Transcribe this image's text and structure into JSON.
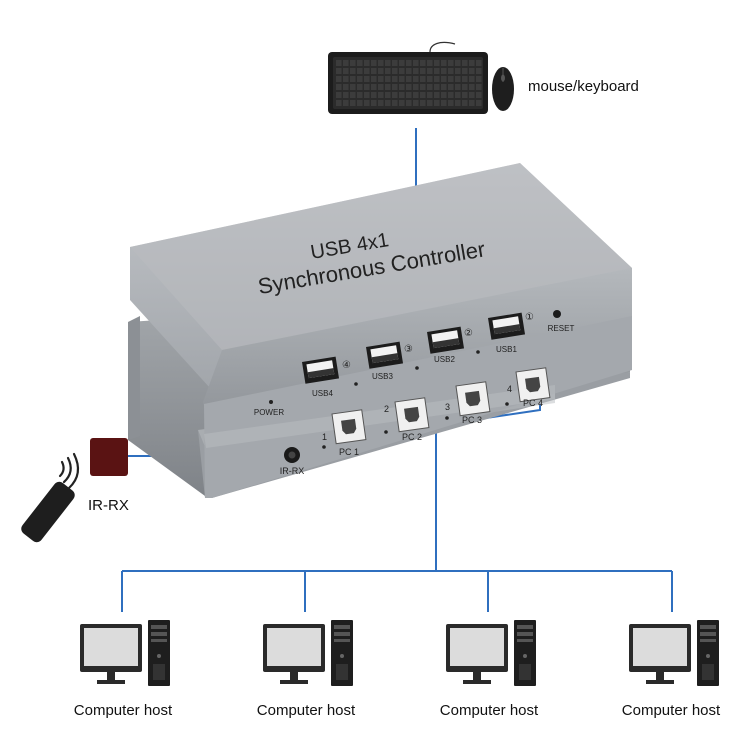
{
  "device": {
    "title_line1": "USB 4x1",
    "title_line2": "Synchronous Controller",
    "power_label": "POWER",
    "reset_label": "RESET",
    "ir_port_label": "IR-RX",
    "usb_ports": [
      {
        "label": "USB1",
        "num": "①"
      },
      {
        "label": "USB2",
        "num": "②"
      },
      {
        "label": "USB3",
        "num": "③"
      },
      {
        "label": "USB4",
        "num": "④"
      }
    ],
    "pc_ports": [
      {
        "label": "PC 1",
        "num": "1"
      },
      {
        "label": "PC 2",
        "num": "2"
      },
      {
        "label": "PC 3",
        "num": "3"
      },
      {
        "label": "PC 4",
        "num": "4"
      }
    ]
  },
  "peripherals": {
    "mouse_keyboard_label": "mouse/keyboard",
    "ir_receiver_label": "IR-RX"
  },
  "hosts": [
    {
      "label": "Computer host"
    },
    {
      "label": "Computer host"
    },
    {
      "label": "Computer host"
    },
    {
      "label": "Computer host"
    }
  ],
  "colors": {
    "connector_line": "#2f6fbf",
    "device_body": "#a9adb2",
    "device_dark": "#7d8186",
    "ir_receiver": "#5a1313",
    "usb_port_fill": "#f2f2f2"
  }
}
